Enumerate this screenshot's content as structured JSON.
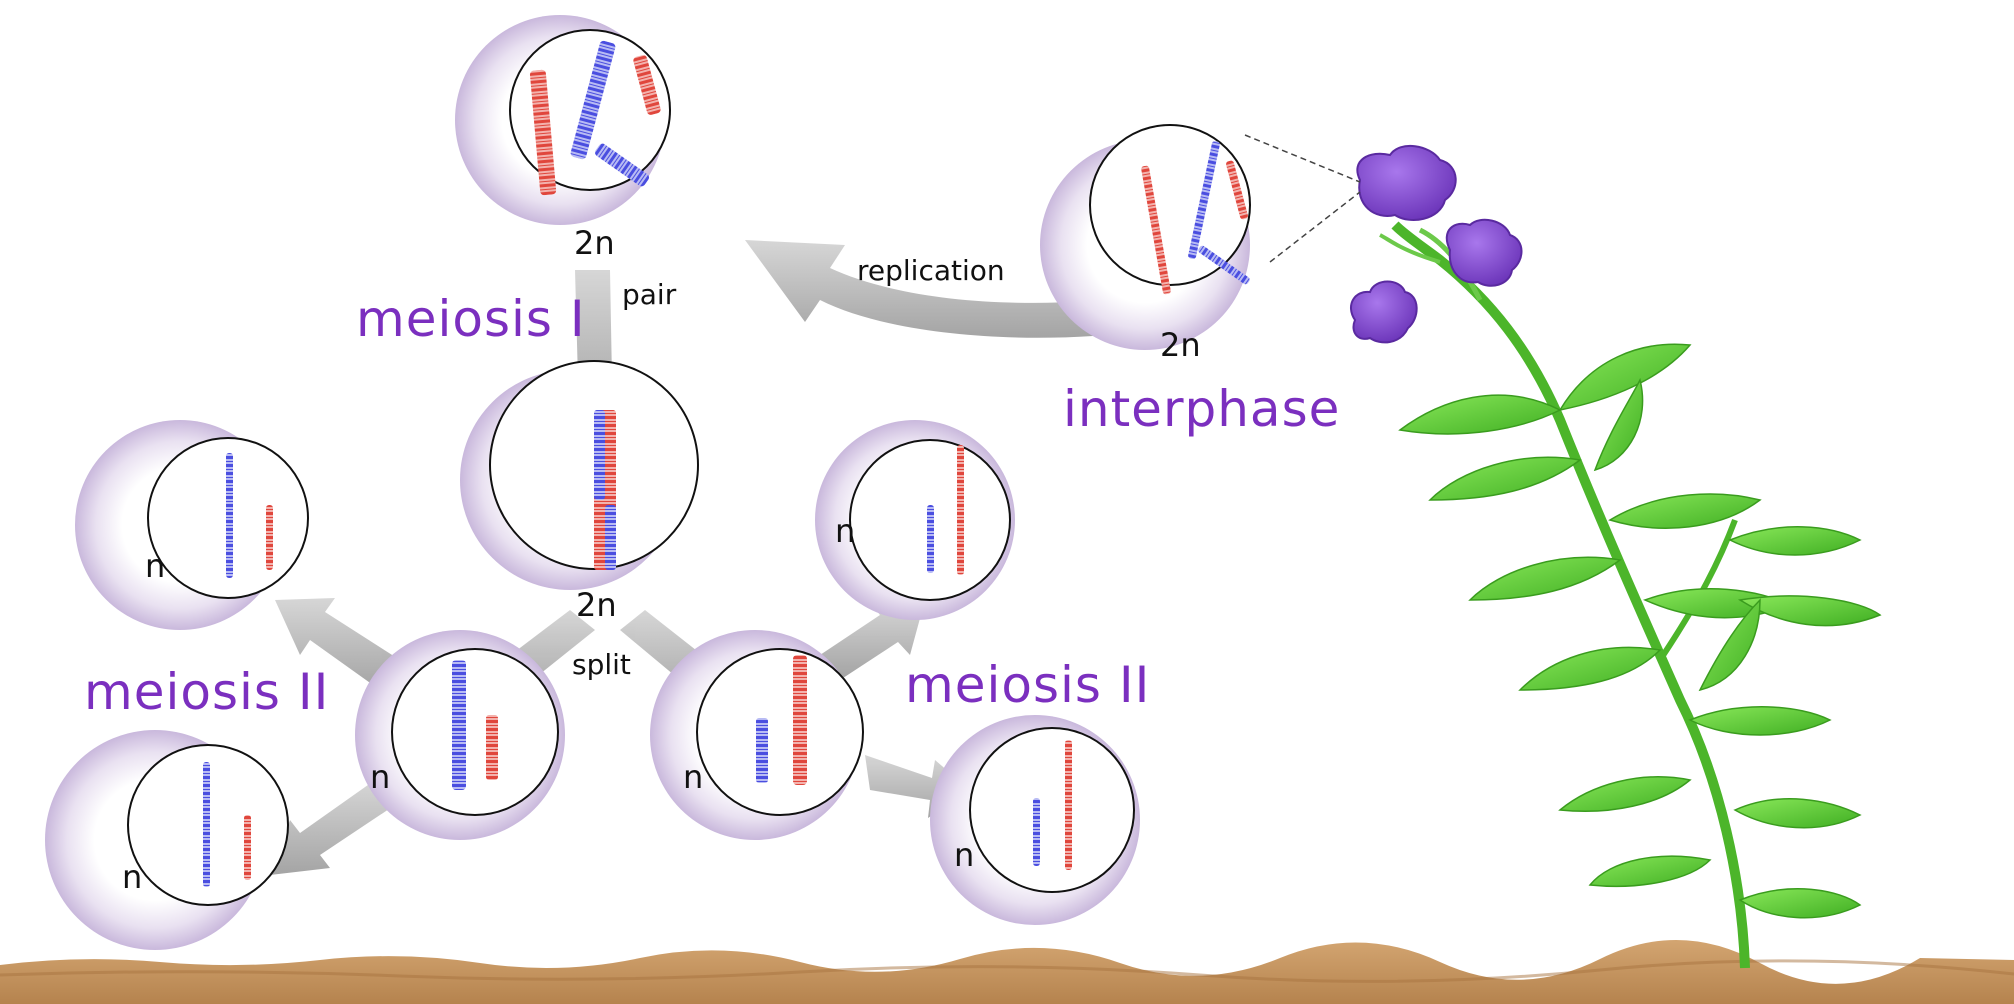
{
  "stages": {
    "meiosis_one": "meiosis I",
    "meiosis_two_left": "meiosis II",
    "meiosis_two_right": "meiosis II",
    "interphase": "interphase"
  },
  "steps": {
    "replication": "replication",
    "pair": "pair",
    "split": "split"
  },
  "ploidy": {
    "interphase": "2n",
    "replicated": "2n",
    "paired": "2n",
    "daughter_left": "n",
    "daughter_right": "n",
    "gamete_top_left": "n",
    "gamete_bottom_left": "n",
    "gamete_top_right": "n",
    "gamete_bottom_right": "n"
  },
  "colors": {
    "title": "#7b2fbf",
    "chromosome_red": "#e0463c",
    "chromosome_blue": "#4a4ee0",
    "cell_halo": "#cdbfe0",
    "arrow": "#b9b9b9",
    "soil": "#c79866",
    "leaf": "#58c832",
    "flower": "#8a4fd6"
  }
}
